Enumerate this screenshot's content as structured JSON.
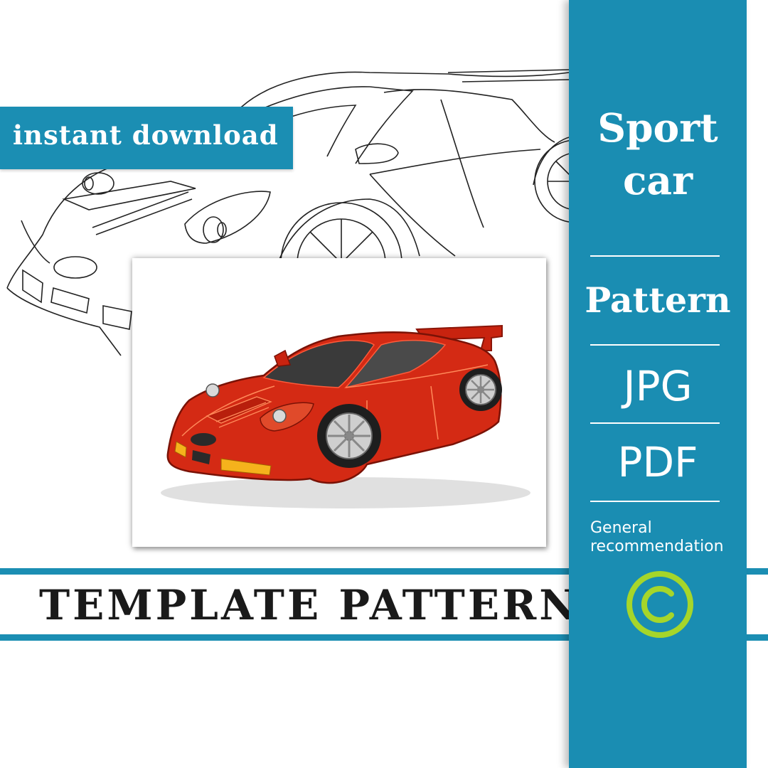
{
  "badge": {
    "text": "instant download"
  },
  "side": {
    "title_line1": "Sport",
    "title_line2": "car",
    "item_pattern": "Pattern",
    "item_jpg": "JPG",
    "item_pdf": "PDF",
    "note_line1": "General",
    "note_line2": "recommendation",
    "copyright_icon": "copyright-icon",
    "copyright_color": "#a6d62a"
  },
  "band": {
    "label": "TEMPLATE  PATTERN"
  },
  "colors": {
    "teal": "#1a8db2",
    "car_red": "#d42a14",
    "accent_yellow": "#f5b21c"
  }
}
